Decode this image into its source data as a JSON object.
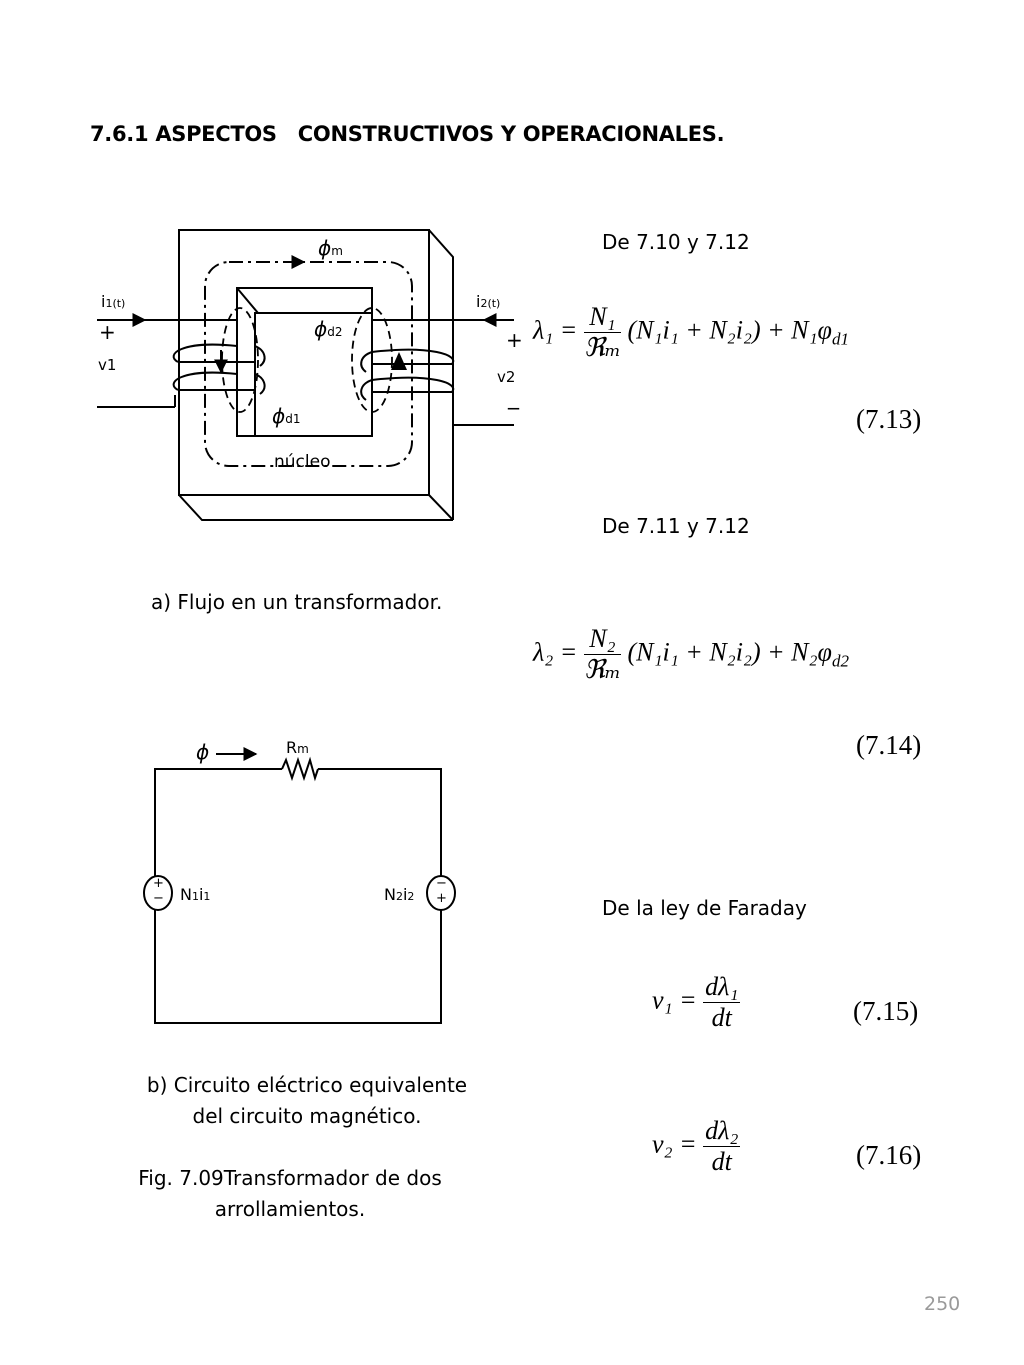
{
  "heading": {
    "number": "7.6.1",
    "word1": "ASPECTOS",
    "word2": "CONSTRUCTIVOS",
    "word3": "Y OPERACIONALES."
  },
  "figure_a": {
    "label_phi_m": "ϕ",
    "label_phi_m_sub": "m",
    "label_phi_d2": "ϕ",
    "label_phi_d2_sub": "d2",
    "label_phi_d1": "ϕ",
    "label_phi_d1_sub": "d1",
    "label_i1_main": "i",
    "label_i1_sub": "1(t)",
    "label_i2_main": "i",
    "label_i2_sub": "2(t)",
    "label_plus_left": "+",
    "label_v1": "v1",
    "label_plus_right": "+",
    "label_v2": "v2",
    "label_minus_right": "_",
    "label_core": "núcleo",
    "caption": "a) Flujo en un transformador."
  },
  "figure_b": {
    "label_phi": "ϕ",
    "label_rm_main": "R",
    "label_rm_sub": "m",
    "label_source1_plus": "+",
    "label_source1_minus": "−",
    "label_n1i1": "N",
    "label_n1i1_sub1": "1",
    "label_n1i1_i": "i",
    "label_n1i1_sub2": "1",
    "label_source2_minus": "−",
    "label_source2_plus": "+",
    "label_n2i2": "N",
    "label_n2i2_sub1": "2",
    "label_n2i2_i": "i",
    "label_n2i2_sub2": "2",
    "caption_line1": "b) Circuito eléctrico equivalente",
    "caption_line2": "del circuito magnético."
  },
  "figure_caption": {
    "line1": "Fig.  7.09Transformador de dos",
    "line2": "arrollamientos."
  },
  "notes": {
    "from_710_712": "De 7.10 y 7.12",
    "from_711_712": "De 7.11 y 7.12",
    "from_faraday": "De la ley de Faraday"
  },
  "equations": {
    "eq713": {
      "lhs": "λ₁ =",
      "num": "N₁",
      "den": "ℜₘ",
      "rhs": "(N₁i₁ + N₂i₂) + N₁φ",
      "rhs_sub": "d1",
      "number": "(7.13)"
    },
    "eq714": {
      "lhs": "λ₂ =",
      "num": "N₂",
      "den": "ℜₘ",
      "rhs": "(N₁i₁ + N₂i₂) + N₂φ",
      "rhs_sub": "d2",
      "number": "(7.14)"
    },
    "eq715": {
      "lhs": "v₁ =",
      "num": "dλ₁",
      "den": "dt",
      "number": "(7.15)"
    },
    "eq716": {
      "lhs": "v₂ =",
      "num": "dλ₂",
      "den": "dt",
      "number": "(7.16)"
    }
  },
  "page_number": "250"
}
